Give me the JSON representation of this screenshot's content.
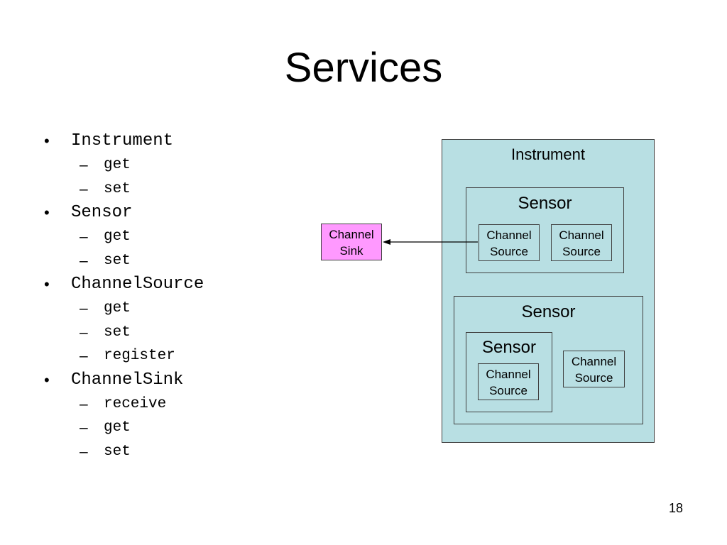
{
  "slide": {
    "title": "Services",
    "page_number": "18"
  },
  "bullets": [
    {
      "label": "Instrument",
      "subitems": [
        "get",
        "set"
      ]
    },
    {
      "label": "Sensor",
      "subitems": [
        "get",
        "set"
      ]
    },
    {
      "label": "ChannelSource",
      "subitems": [
        "get",
        "set",
        "register"
      ]
    },
    {
      "label": "ChannelSink",
      "subitems": [
        "receive",
        "get",
        "set"
      ]
    }
  ],
  "diagram": {
    "instrument_label": "Instrument",
    "sensor_top_label": "Sensor",
    "sensor_bottom_label": "Sensor",
    "sensor_nested_label": "Sensor",
    "channel_source_line1": "Channel",
    "channel_source_line2": "Source",
    "channel_sink_line1": "Channel",
    "channel_sink_line2": "Sink",
    "colors": {
      "instrument_fill": "#b8dfe3",
      "channel_sink_fill": "#ff99ff",
      "border": "#404040"
    }
  }
}
